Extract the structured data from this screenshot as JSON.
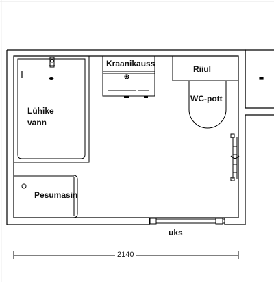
{
  "labels": {
    "bathtub": [
      "Lühike",
      "vann"
    ],
    "sink": "Kraanikauss",
    "shelf": "Riiul",
    "toilet": "WC-pott",
    "washer": "Pesumasin",
    "door": "uks"
  },
  "dimension": {
    "width": "2140"
  },
  "colors": {
    "line": "#000000",
    "background": "#ffffff"
  }
}
